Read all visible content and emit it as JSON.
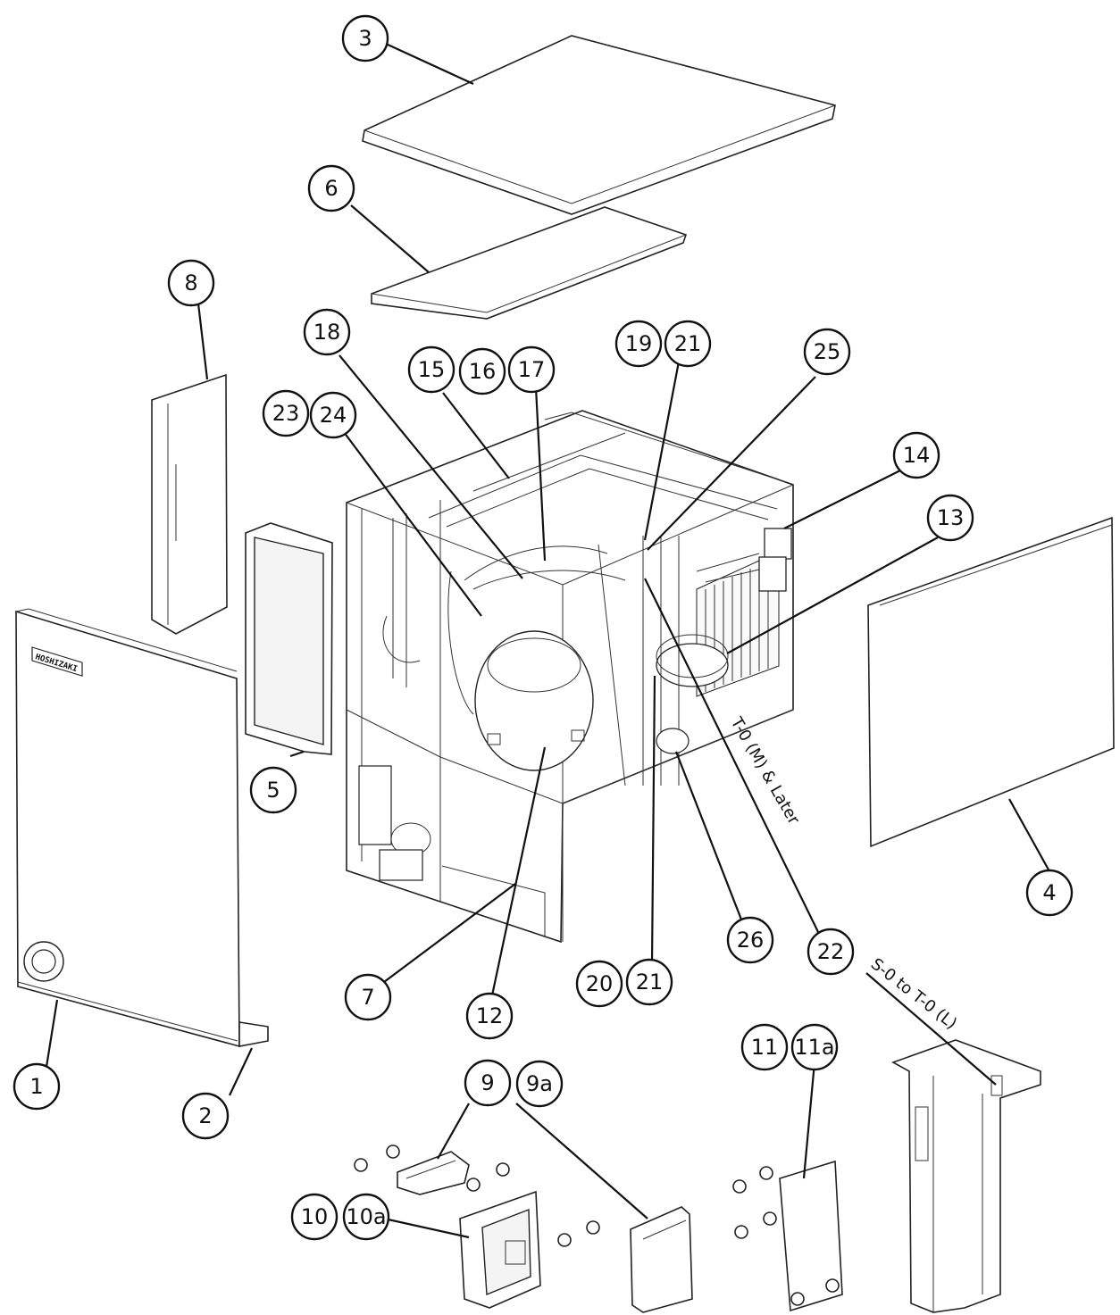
{
  "callouts": {
    "c1": "1",
    "c2": "2",
    "c3": "3",
    "c4": "4",
    "c5": "5",
    "c6": "6",
    "c7": "7",
    "c8": "8",
    "c9": "9",
    "c9a": "9a",
    "c10": "10",
    "c10a": "10a",
    "c11": "11",
    "c11a": "11a",
    "c12": "12",
    "c13": "13",
    "c14": "14",
    "c15": "15",
    "c16": "16",
    "c17": "17",
    "c18": "18",
    "c19": "19",
    "c21a": "21",
    "c20": "20",
    "c21b": "21",
    "c22": "22",
    "c23": "23",
    "c24": "24",
    "c25": "25",
    "c26": "26"
  },
  "notes": {
    "later_range": "T-0 (M) & Later",
    "earlier_range": "S-0 to T-0 (L)"
  },
  "front_panel_badge": "HOSHIZAKI"
}
